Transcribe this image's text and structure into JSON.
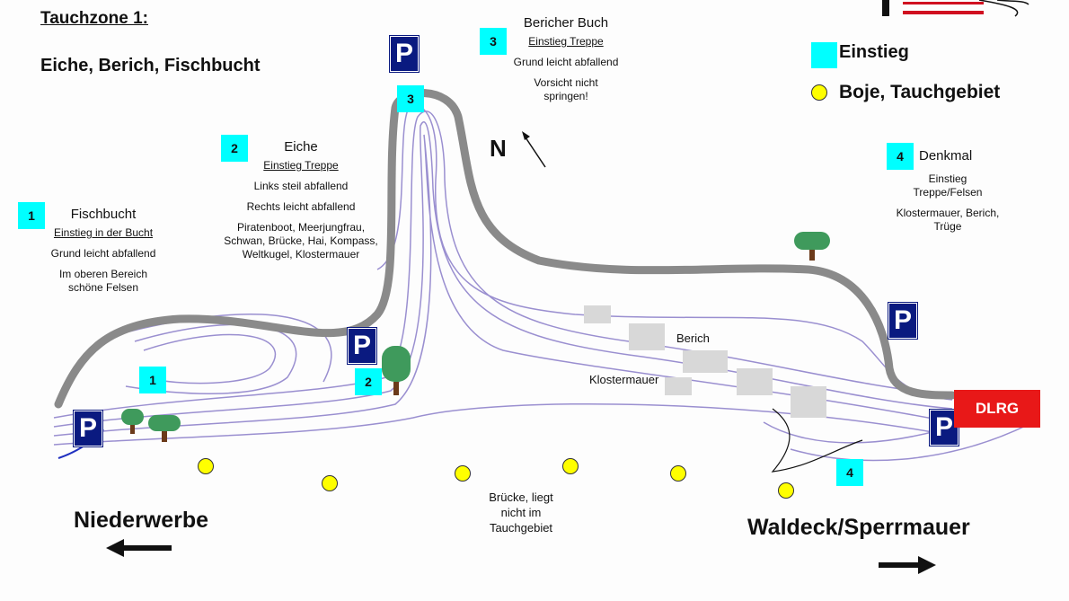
{
  "header": {
    "title": "Tauchzone 1:",
    "subtitle": "Eiche, Berich, Fischbucht"
  },
  "legend": {
    "entry_label": "Einstieg",
    "buoy_label": "Boje, Tauchgebiet"
  },
  "north_label": "N",
  "parking_label": "P",
  "sites": [
    {
      "number": "1",
      "name": "Fischbucht",
      "entry": "Einstieg in der Bucht",
      "lines": [
        "Grund leicht abfallend",
        "Im oberen Bereich schöne Felsen"
      ]
    },
    {
      "number": "2",
      "name": "Eiche",
      "entry": "Einstieg Treppe",
      "lines": [
        "Links steil abfallend",
        "Rechts leicht abfallend",
        "Piratenboot, Meerjungfrau, Schwan, Brücke, Hai, Kompass, Weltkugel, Klostermauer"
      ]
    },
    {
      "number": "3",
      "name": "Bericher Buch",
      "entry": "Einstieg Treppe",
      "lines": [
        "Grund leicht abfallend",
        "Vorsicht nicht springen!"
      ]
    },
    {
      "number": "4",
      "name": "Denkmal",
      "entry": "Einstieg Treppe/Felsen",
      "lines": [
        "Klostermauer, Berich, Trüge"
      ]
    }
  ],
  "map_labels": {
    "berich": "Berich",
    "klostermauer": "Klostermauer",
    "bruecke": "Brücke, liegt nicht im Tauchgebiet",
    "dlrg": "DLRG"
  },
  "directions": {
    "left": "Niederwerbe",
    "right": "Waldeck/Sperrmauer"
  },
  "colors": {
    "entry": "#00ffff",
    "buoy": "#ffff00",
    "parking": "#0a1a80",
    "dlrg": "#e81818",
    "road": "#8a8a8a",
    "contour": "#9a8fd0"
  }
}
